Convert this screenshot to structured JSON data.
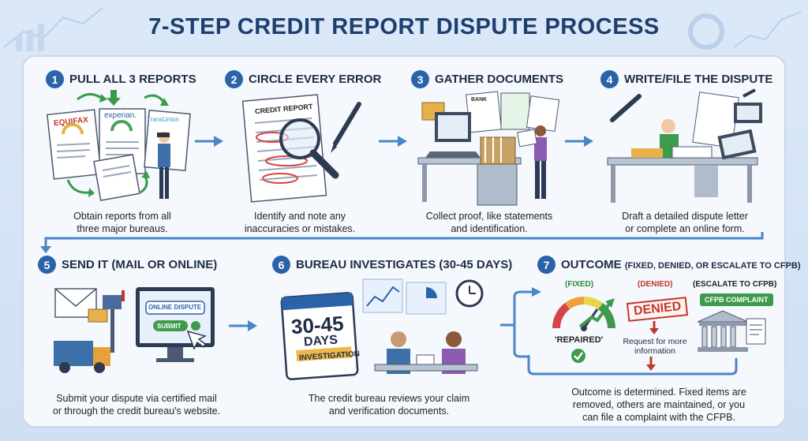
{
  "title": "7-STEP CREDIT REPORT DISPUTE PROCESS",
  "steps": [
    {
      "num": "1",
      "label": "PULL ALL 3 REPORTS",
      "desc_line1": "Obtain reports from all",
      "desc_line2": "three major bureaus."
    },
    {
      "num": "2",
      "label": "CIRCLE EVERY ERROR",
      "desc_line1": "Identify and note any",
      "desc_line2": "inaccuracies or mistakes."
    },
    {
      "num": "3",
      "label": "GATHER DOCUMENTS",
      "desc_line1": "Collect proof, like statements",
      "desc_line2": "and identification."
    },
    {
      "num": "4",
      "label": "WRITE/FILE THE DISPUTE",
      "desc_line1": "Draft a detailed dispute letter",
      "desc_line2": "or complete an online form."
    },
    {
      "num": "5",
      "label": "SEND IT (MAIL OR ONLINE)",
      "desc_line1": "Submit your dispute via certified mail",
      "desc_line2": "or through the credit bureau's website."
    },
    {
      "num": "6",
      "label": "BUREAU INVESTIGATES (30-45 DAYS)",
      "desc_line1": "The credit bureau reviews your claim",
      "desc_line2": "and verification documents."
    },
    {
      "num": "7",
      "label": "OUTCOME",
      "label_sub": "(FIXED, DENIED, OR ESCALATE TO CFPB)",
      "desc_line1": "Outcome is determined. Fixed items are",
      "desc_line2": "removed, others are maintained, or you",
      "desc_line3": "can file a complaint with the CFPB."
    }
  ],
  "illustrations": {
    "bureaus": [
      "EQUIFAX",
      "experian.",
      "TransUnion"
    ],
    "credit_report": "CREDIT REPORT",
    "bank": "BANK",
    "online_dispute": "ONLINE DISPUTE",
    "submit": "SUBMIT",
    "calendar_days": "30-45",
    "calendar_unit": "DAYS",
    "calendar_label": "INVESTIGATION"
  },
  "outcome": {
    "fixed": "(FIXED)",
    "denied": "(DENIED)",
    "escalate": "(ESCALATE TO CFPB)",
    "repaired": "'REPAIRED'",
    "denied_stamp": "DENIED",
    "denied_note_1": "Request for more",
    "denied_note_2": "information",
    "cfpb_badge": "CFPB COMPLAINT"
  },
  "colors": {
    "accent": "#2b63a8",
    "title": "#1d3e6e",
    "arrow": "#4a86c8",
    "fixed": "#2d8a3e",
    "denied": "#c0392b",
    "cfpb": "#3f9b4c"
  }
}
